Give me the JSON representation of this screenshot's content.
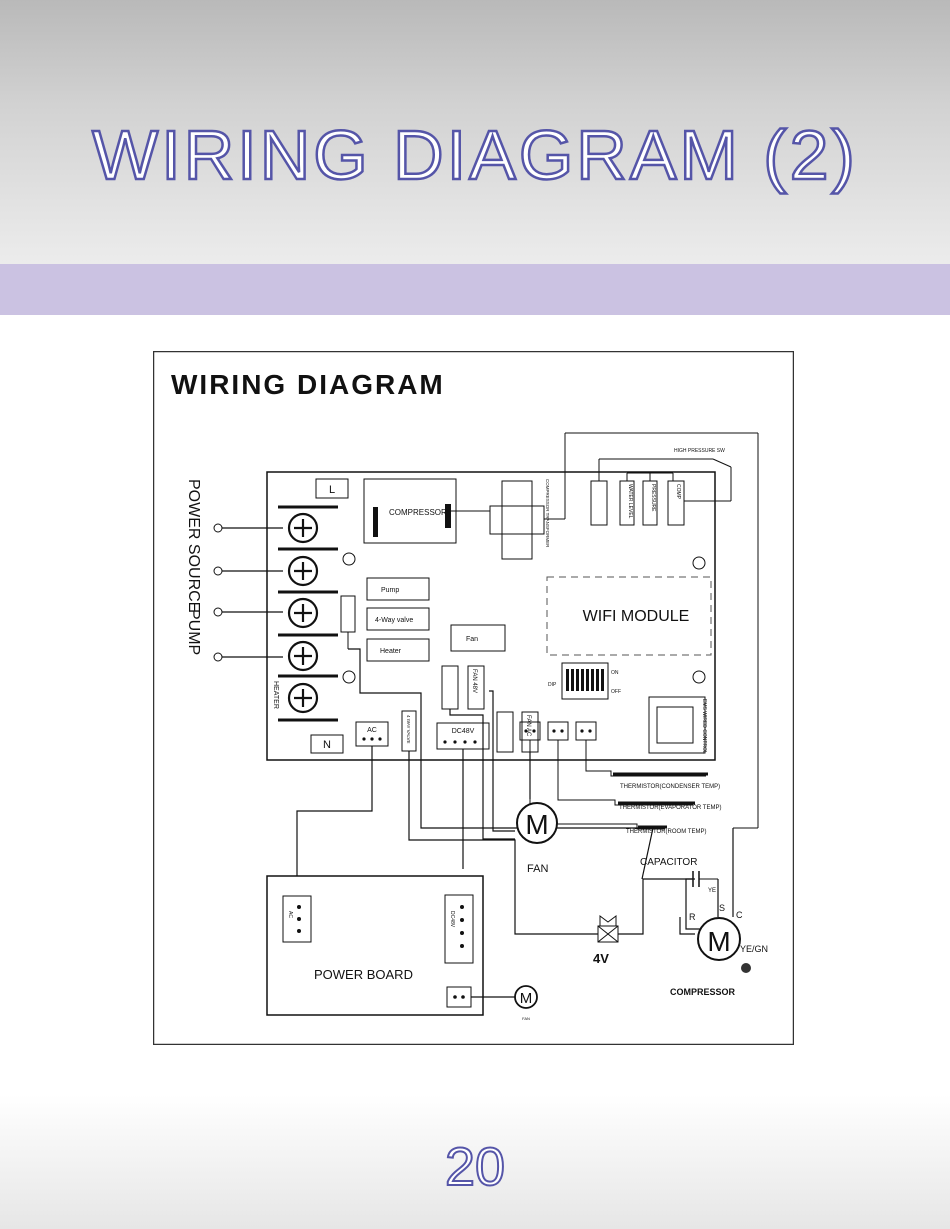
{
  "page": {
    "title": "WIRING DIAGRAM (2)",
    "page_number": "20"
  },
  "diagram": {
    "heading": "WIRING DIAGRAM",
    "terminal_labels": {
      "power_source": "POWER SOURCE",
      "pump": "PUMP",
      "heater": "HEATER"
    },
    "board": {
      "l_label": "L",
      "n_label": "N",
      "compressor_box": "COMPRESSOR",
      "comp_transformer": "COMPRESSOR TRANSFORMER",
      "high_pressure_sw": "HIGH PRESSURE SW",
      "water_level": "WATER LEVEL",
      "pressure": "PRESSURE",
      "comp": "COMP",
      "relay_pump": "Pump",
      "relay_4way": "4-Way valve",
      "relay_heater": "Heater",
      "relay_fan": "Fan",
      "wifi_module": "WIFI MODULE",
      "fan_48v": "FAN 48V",
      "fan_ac": "FAN AC",
      "dip": "DIP",
      "on": "ON",
      "off": "OFF",
      "wired_control": "EMS WIRED CONTROL",
      "ac_conn": "AC",
      "dc48v_conn": "DC48V",
      "aux_conn": "4 WAY VALVE"
    },
    "thermistors": [
      "THERMISTOR(CONDENSER TEMP)",
      "THERMISTOR(EVAPORATOR TEMP)",
      "THERMISTOR(ROOM TEMP)"
    ],
    "fan_label": "FAN",
    "fan_symbol": "M",
    "capacitor_label": "CAPACITOR",
    "valve_label": "4V",
    "compressor_label": "COMPRESSOR",
    "compressor_symbol": "M",
    "compressor_terminals": {
      "r": "R",
      "s": "S",
      "c": "C",
      "ground": "YE/GN",
      "cap_tag": "YE"
    },
    "power_board": {
      "label": "POWER BOARD",
      "ac_in": "AC",
      "dc_out": "DC48V",
      "fan_label": "FAN",
      "fan_symbol": "M"
    }
  }
}
